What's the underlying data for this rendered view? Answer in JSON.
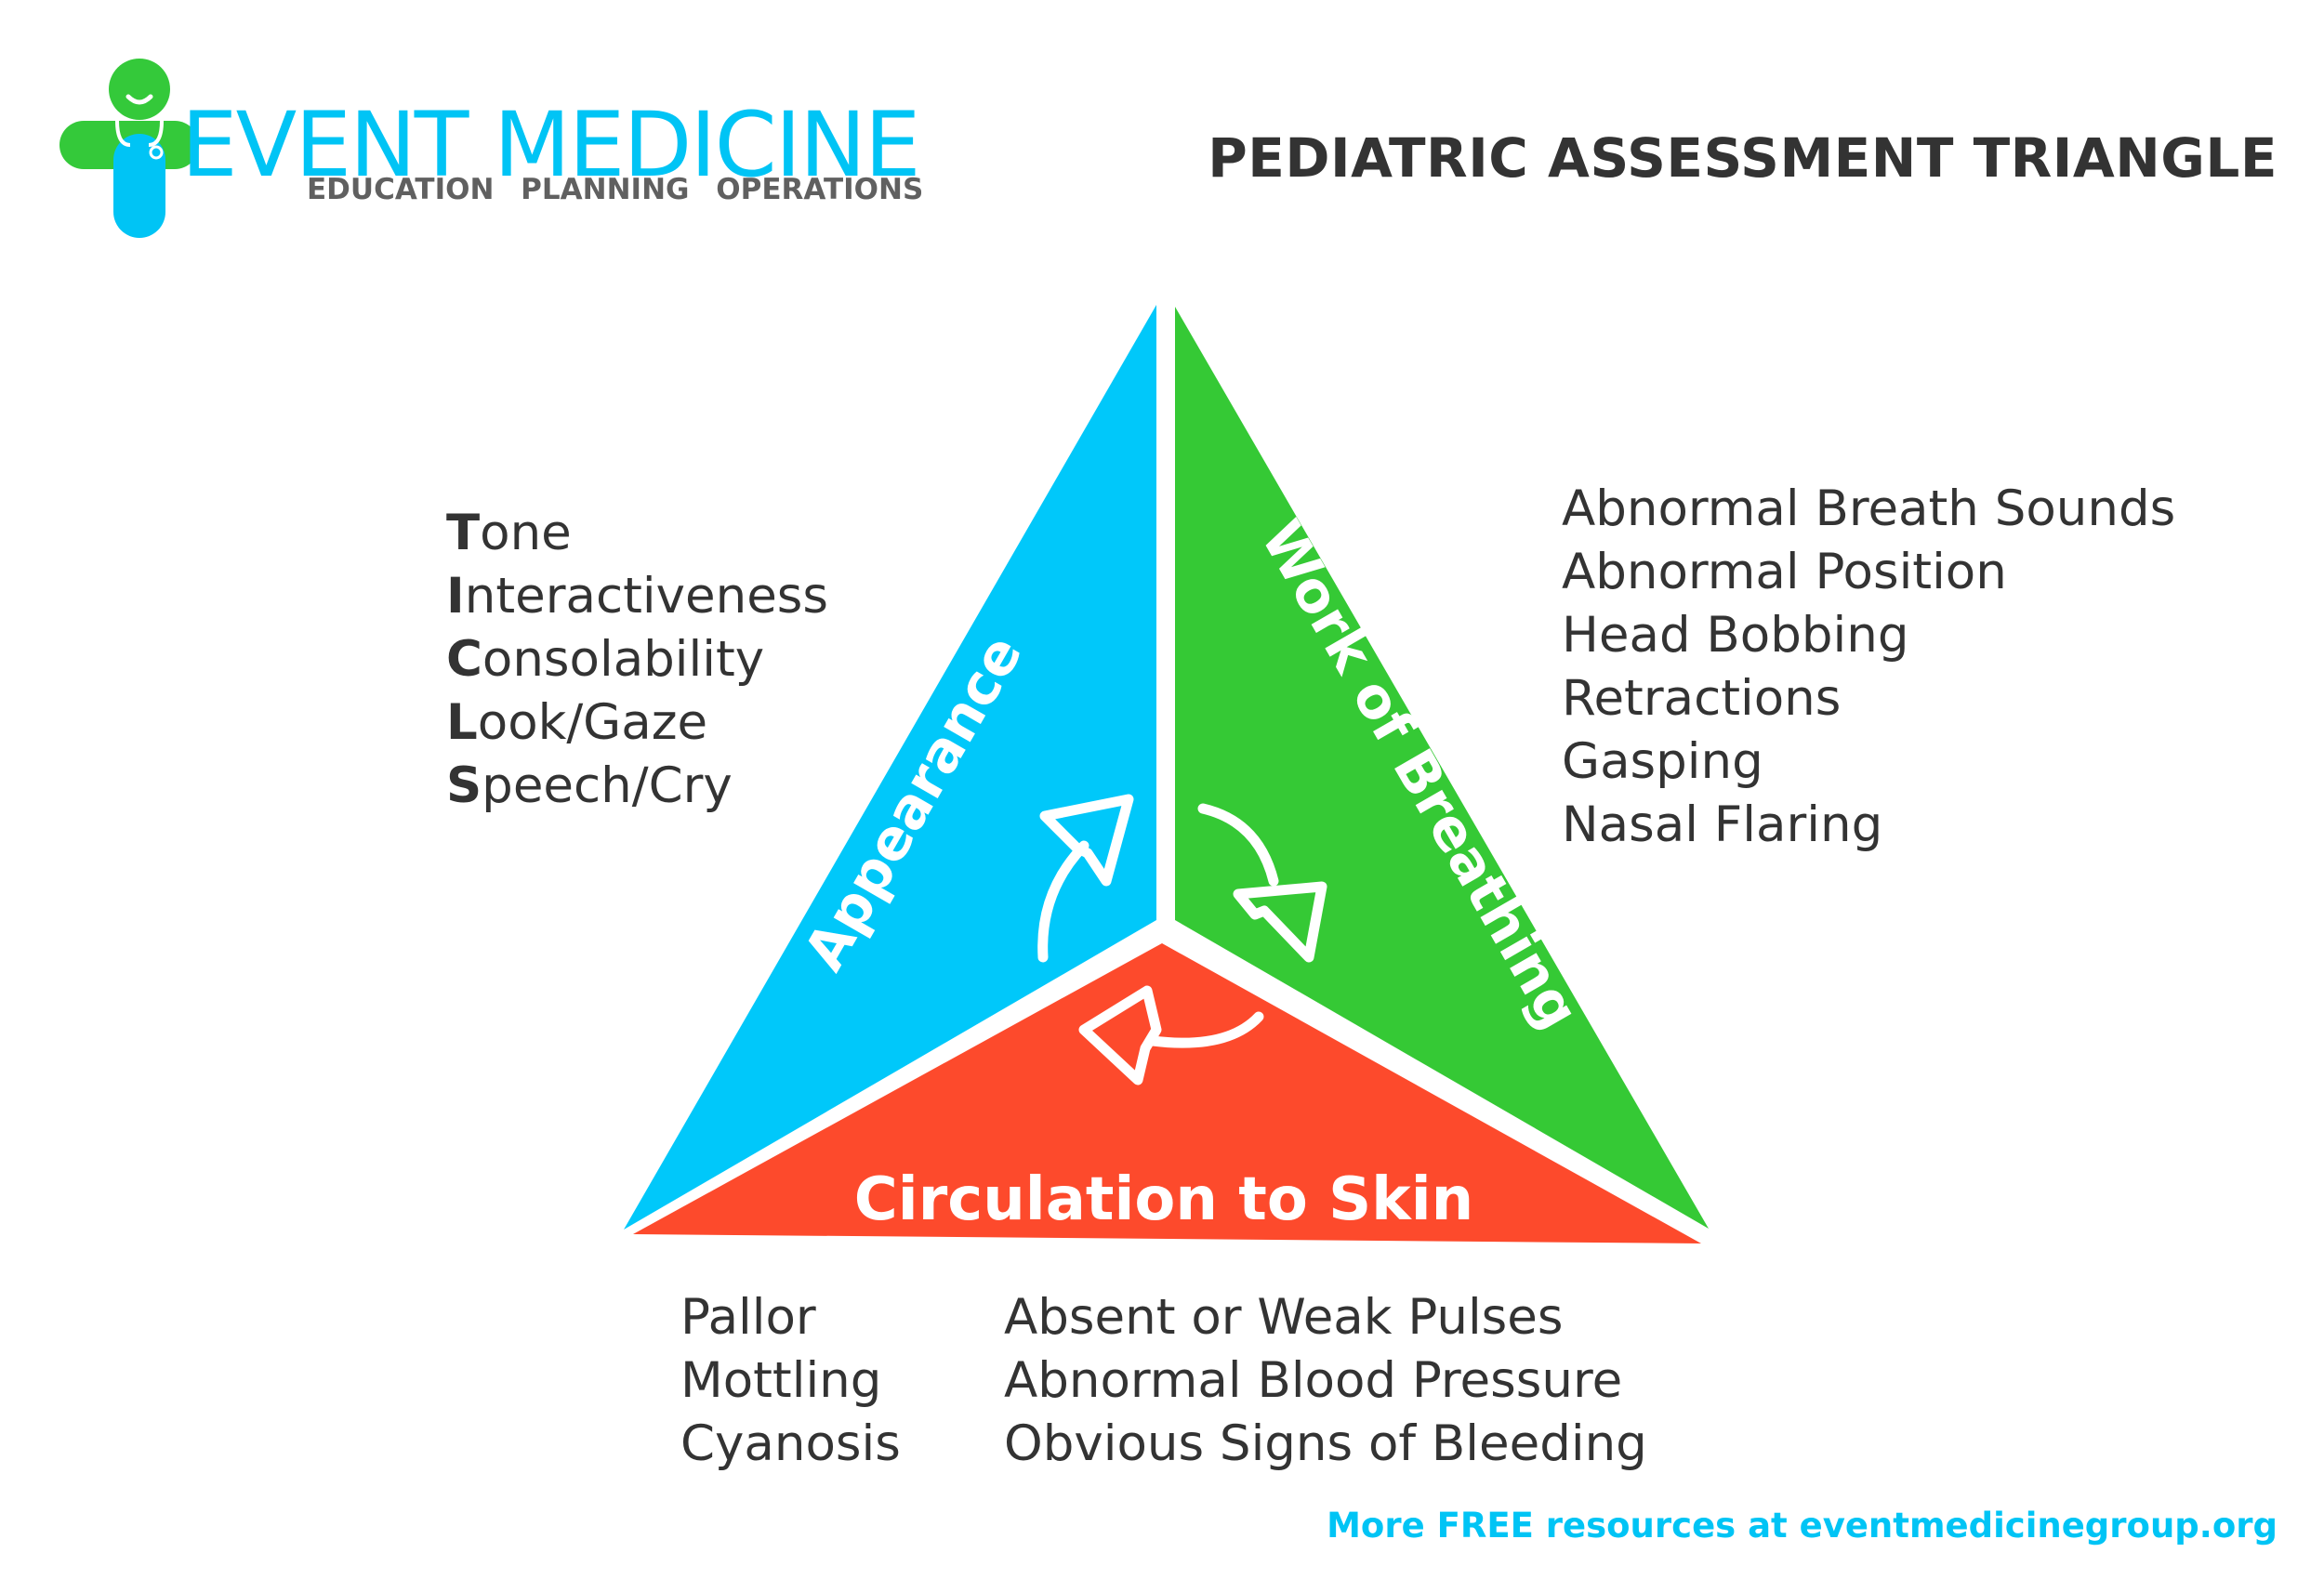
{
  "brand": {
    "name": "EVENT MEDICINE",
    "tagline": "EDUCATION PLANNING OPERATIONS",
    "logo_icon": "cross-mascot-icon",
    "colors": {
      "blue": "#00c4f5",
      "green": "#34c93a",
      "gray": "#606060"
    }
  },
  "title": "PEDIATRIC ASSESSMENT TRIANGLE",
  "triangle": {
    "sections": [
      {
        "label": "Appearance",
        "color": "#00c8fa"
      },
      {
        "label": "Work of Breathing",
        "color": "#35c935"
      },
      {
        "label": "Circulation to Skin",
        "color": "#fd4a2c"
      }
    ],
    "cycle_arrows": [
      "arrow-icon",
      "arrow-icon",
      "arrow-icon"
    ]
  },
  "appearance_list": [
    {
      "initial": "T",
      "rest": "one"
    },
    {
      "initial": "I",
      "rest": "nteractiveness"
    },
    {
      "initial": "C",
      "rest": "onsolability"
    },
    {
      "initial": "L",
      "rest": "ook/Gaze"
    },
    {
      "initial": "S",
      "rest": "peech/Cry"
    }
  ],
  "breathing_list": [
    "Abnormal Breath Sounds",
    "Abnormal Position",
    "Head Bobbing",
    "Retractions",
    "Gasping",
    "Nasal Flaring"
  ],
  "circulation_list_left": [
    "Pallor",
    "Mottling",
    "Cyanosis"
  ],
  "circulation_list_right": [
    "Absent or Weak Pulses",
    "Abnormal Blood Pressure",
    "Obvious Signs of Bleeding"
  ],
  "footer": "More FREE resources at eventmedicinegroup.org"
}
